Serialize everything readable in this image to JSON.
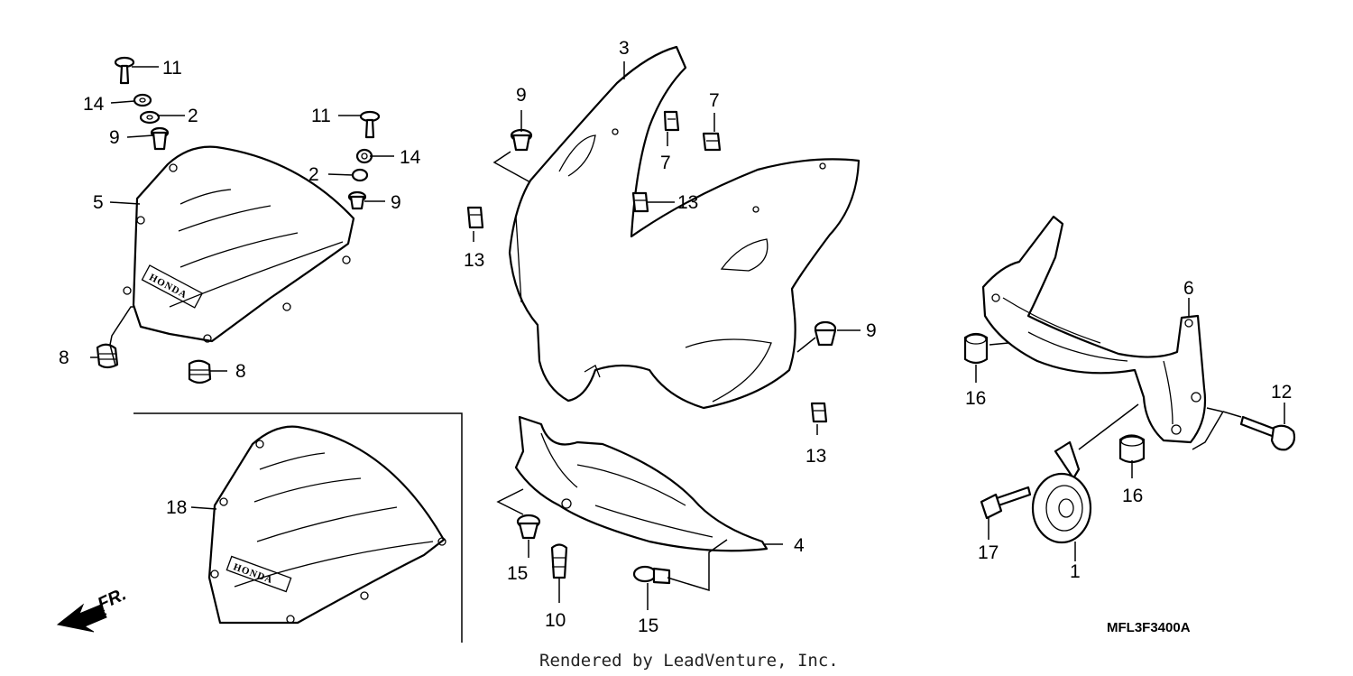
{
  "diagram": {
    "callouts": [
      {
        "id": "c11a",
        "label": "11"
      },
      {
        "id": "c14a",
        "label": "14"
      },
      {
        "id": "c2a",
        "label": "2"
      },
      {
        "id": "c9a",
        "label": "9"
      },
      {
        "id": "c5",
        "label": "5"
      },
      {
        "id": "c8a",
        "label": "8"
      },
      {
        "id": "c8b",
        "label": "8"
      },
      {
        "id": "c11b",
        "label": "11"
      },
      {
        "id": "c14b",
        "label": "14"
      },
      {
        "id": "c2b",
        "label": "2"
      },
      {
        "id": "c9b",
        "label": "9"
      },
      {
        "id": "c3",
        "label": "3"
      },
      {
        "id": "c9c",
        "label": "9"
      },
      {
        "id": "c7a",
        "label": "7"
      },
      {
        "id": "c7b",
        "label": "7"
      },
      {
        "id": "c13a",
        "label": "13"
      },
      {
        "id": "c13b",
        "label": "13"
      },
      {
        "id": "c9d",
        "label": "9"
      },
      {
        "id": "c13c",
        "label": "13"
      },
      {
        "id": "c18",
        "label": "18"
      },
      {
        "id": "c4",
        "label": "4"
      },
      {
        "id": "c15a",
        "label": "15"
      },
      {
        "id": "c10",
        "label": "10"
      },
      {
        "id": "c15b",
        "label": "15"
      },
      {
        "id": "c6",
        "label": "6"
      },
      {
        "id": "c16a",
        "label": "16"
      },
      {
        "id": "c12",
        "label": "12"
      },
      {
        "id": "c16b",
        "label": "16"
      },
      {
        "id": "c17",
        "label": "17"
      },
      {
        "id": "c1",
        "label": "1"
      }
    ],
    "direction_label": "FR.",
    "diagram_code": "MFL3F3400A",
    "footer": "Rendered by LeadVenture, Inc."
  }
}
